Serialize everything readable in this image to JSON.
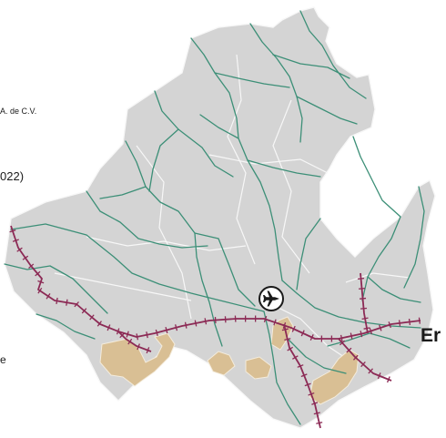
{
  "fragments": {
    "company": "A. de C.V.",
    "year": "022)",
    "side_letter": "e",
    "cut_word": "Er"
  },
  "icons": {
    "airport": "airplane-icon"
  },
  "colors": {
    "territory": "#d4d4d4",
    "region_border": "#f7f7f7",
    "urban_area": "#d9bf94",
    "highway": "#3c8f77",
    "railway": "#8c2a55",
    "background": "#ffffff"
  }
}
